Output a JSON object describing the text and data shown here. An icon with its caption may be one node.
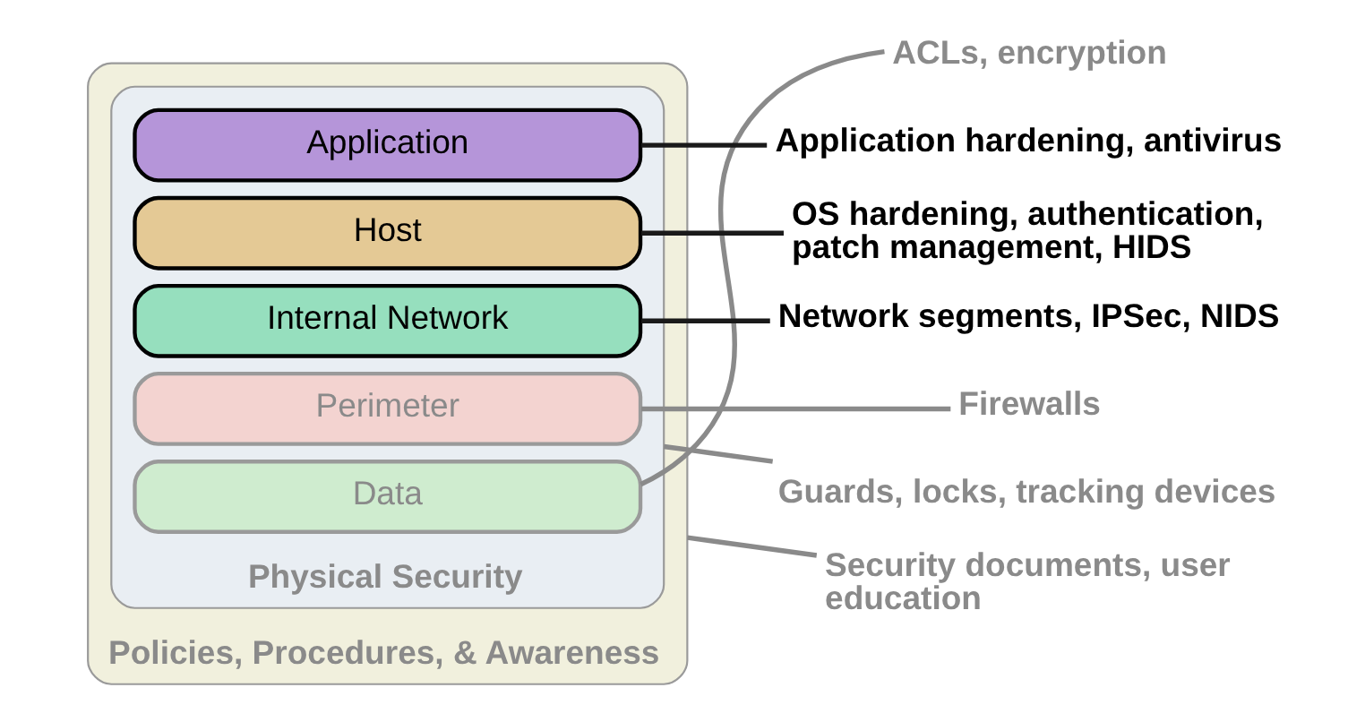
{
  "diagram": {
    "nodes": [
      {
        "text": [
          "Policies, Procedures, & Awareness"
        ]
      },
      {
        "text": [
          "Physical Security"
        ],
        "in": 0
      },
      {
        "text": [
          "Data"
        ],
        "in": 1
      },
      {
        "text": [
          "Application"
        ],
        "in": 1
      },
      {
        "text": [
          "Host"
        ],
        "in": 1
      },
      {
        "text": [
          "Internal Network"
        ],
        "in": 1
      },
      {
        "text": [
          "Perimeter"
        ],
        "in": 1
      },
      {
        "text": [
          "ACLs, encryption"
        ]
      },
      {
        "text": [
          "Application hardening, antivirus"
        ]
      },
      {
        "text": [
          "OS hardening, authentication, patch management, HIDS"
        ]
      },
      {
        "text": [
          "Network segments, IPSec, NIDS"
        ]
      },
      {
        "text": [
          "Firewalls"
        ]
      },
      {
        "text": [
          "Guards, locks, tracking devices"
        ]
      },
      {
        "text": [
          "Security documents, user education"
        ]
      }
    ],
    "edges": [
      {
        "from": 2,
        "to": 7,
        "arrow": "none"
      },
      {
        "from": 3,
        "to": 8,
        "arrow": "none",
        "color": "#1a1a1a"
      },
      {
        "from": 4,
        "to": 9,
        "arrow": "none",
        "color": "#1a1a1a"
      },
      {
        "from": 5,
        "to": 10,
        "arrow": "none",
        "color": "#1a1a1a"
      },
      {
        "from": 6,
        "to": 11,
        "arrow": "none"
      },
      {
        "from": 1,
        "to": 12,
        "arrow": "none"
      },
      {
        "from": 0,
        "to": 13,
        "arrow": "none"
      }
    ]
  }
}
